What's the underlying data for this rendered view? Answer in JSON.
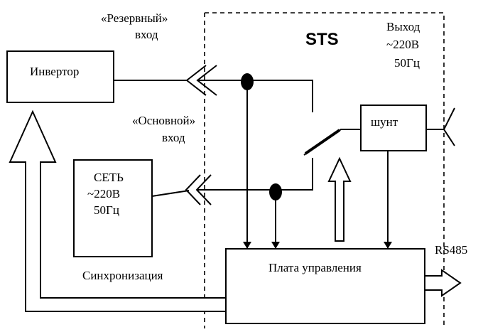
{
  "labels": {
    "reserve_input_line1": "«Резервный»",
    "reserve_input_line2": "вход",
    "sts_title": "STS",
    "output_line1": "Выход",
    "output_line2": "~220В",
    "output_line3": "50Гц",
    "inverter": "Инвертор",
    "main_input_line1": "«Основной»",
    "main_input_line2": "вход",
    "shunt": "шунт",
    "mains_line1": "СЕТЬ",
    "mains_line2": "~220В",
    "mains_line3": "50Гц",
    "rs485": "RS485",
    "control_board": "Плата управления",
    "synchronization": "Синхронизация"
  }
}
